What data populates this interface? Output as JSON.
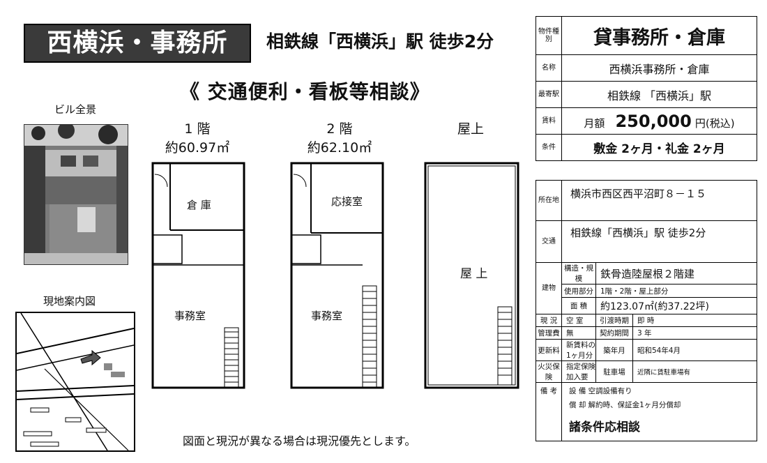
{
  "header": {
    "title": "西横浜・事務所",
    "access": "相鉄線「西横浜」駅 徒歩2分",
    "slogan": "《 交通便利・看板等相談》"
  },
  "photo": {
    "caption": "ビル全景"
  },
  "map": {
    "caption": "現地案内図"
  },
  "floors": [
    {
      "label": "1 階",
      "area": "約60.97㎡",
      "rooms": [
        "倉 庫",
        "事務室"
      ]
    },
    {
      "label": "2 階",
      "area": "約62.10㎡",
      "rooms": [
        "応接室",
        "事務室"
      ]
    },
    {
      "label": "屋上",
      "rooms": [
        "屋 上"
      ]
    }
  ],
  "summary": {
    "type_label": "物件種別",
    "type": "貸事務所・倉庫",
    "name_label": "名称",
    "name": "西横浜事務所・倉庫",
    "station_label": "最寄駅",
    "station": "相鉄線 「西横浜」駅",
    "rent_label": "賃料",
    "rent_prefix": "月額",
    "rent_amount": "250,000",
    "rent_suffix": "円(税込)",
    "terms_label": "条件",
    "terms": "敷金 2ヶ月・礼金 2ヶ月"
  },
  "details": {
    "location_label": "所在地",
    "location": "横浜市西区西平沼町８－１５",
    "transit_label": "交通",
    "transit": "相鉄線「西横浜」駅 徒歩2分",
    "building_label": "建物",
    "structure_label": "構造・規模",
    "structure": "鉄骨造陸屋根２階建",
    "usage_label": "使用部分",
    "usage": "1階・2階・屋上部分",
    "area_label": "面 積",
    "area": "約123.07㎡(約37.22坪)",
    "grid": [
      [
        "現 況",
        "空 室",
        "引渡時期",
        "即 時"
      ],
      [
        "管理費",
        "無",
        "契約期間",
        "3 年"
      ],
      [
        "更新料",
        "新賃料の1ヶ月分",
        "築年月",
        "昭和54年4月"
      ],
      [
        "火災保険",
        "指定保険加入要",
        "駐車場",
        "近隣に賃駐車場有"
      ]
    ],
    "remarks_label": "備 考",
    "remarks": [
      "設 備 空調設備有り",
      "償 却 解約時、保証金1ヶ月分償却",
      "諸条件応相談"
    ]
  },
  "notice": "図面と現況が異なる場合は現況優先とします。"
}
